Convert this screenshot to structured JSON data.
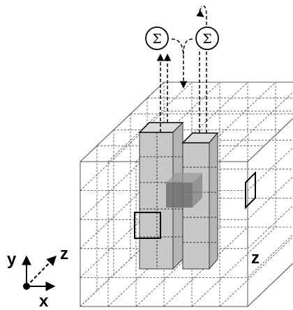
{
  "summation_nodes": [
    {
      "symbol": "Σ"
    },
    {
      "symbol": "Σ"
    }
  ],
  "axes": {
    "x_label": "x",
    "y_label": "y",
    "z_label": "z"
  },
  "volume": {
    "depth_label": "z"
  }
}
